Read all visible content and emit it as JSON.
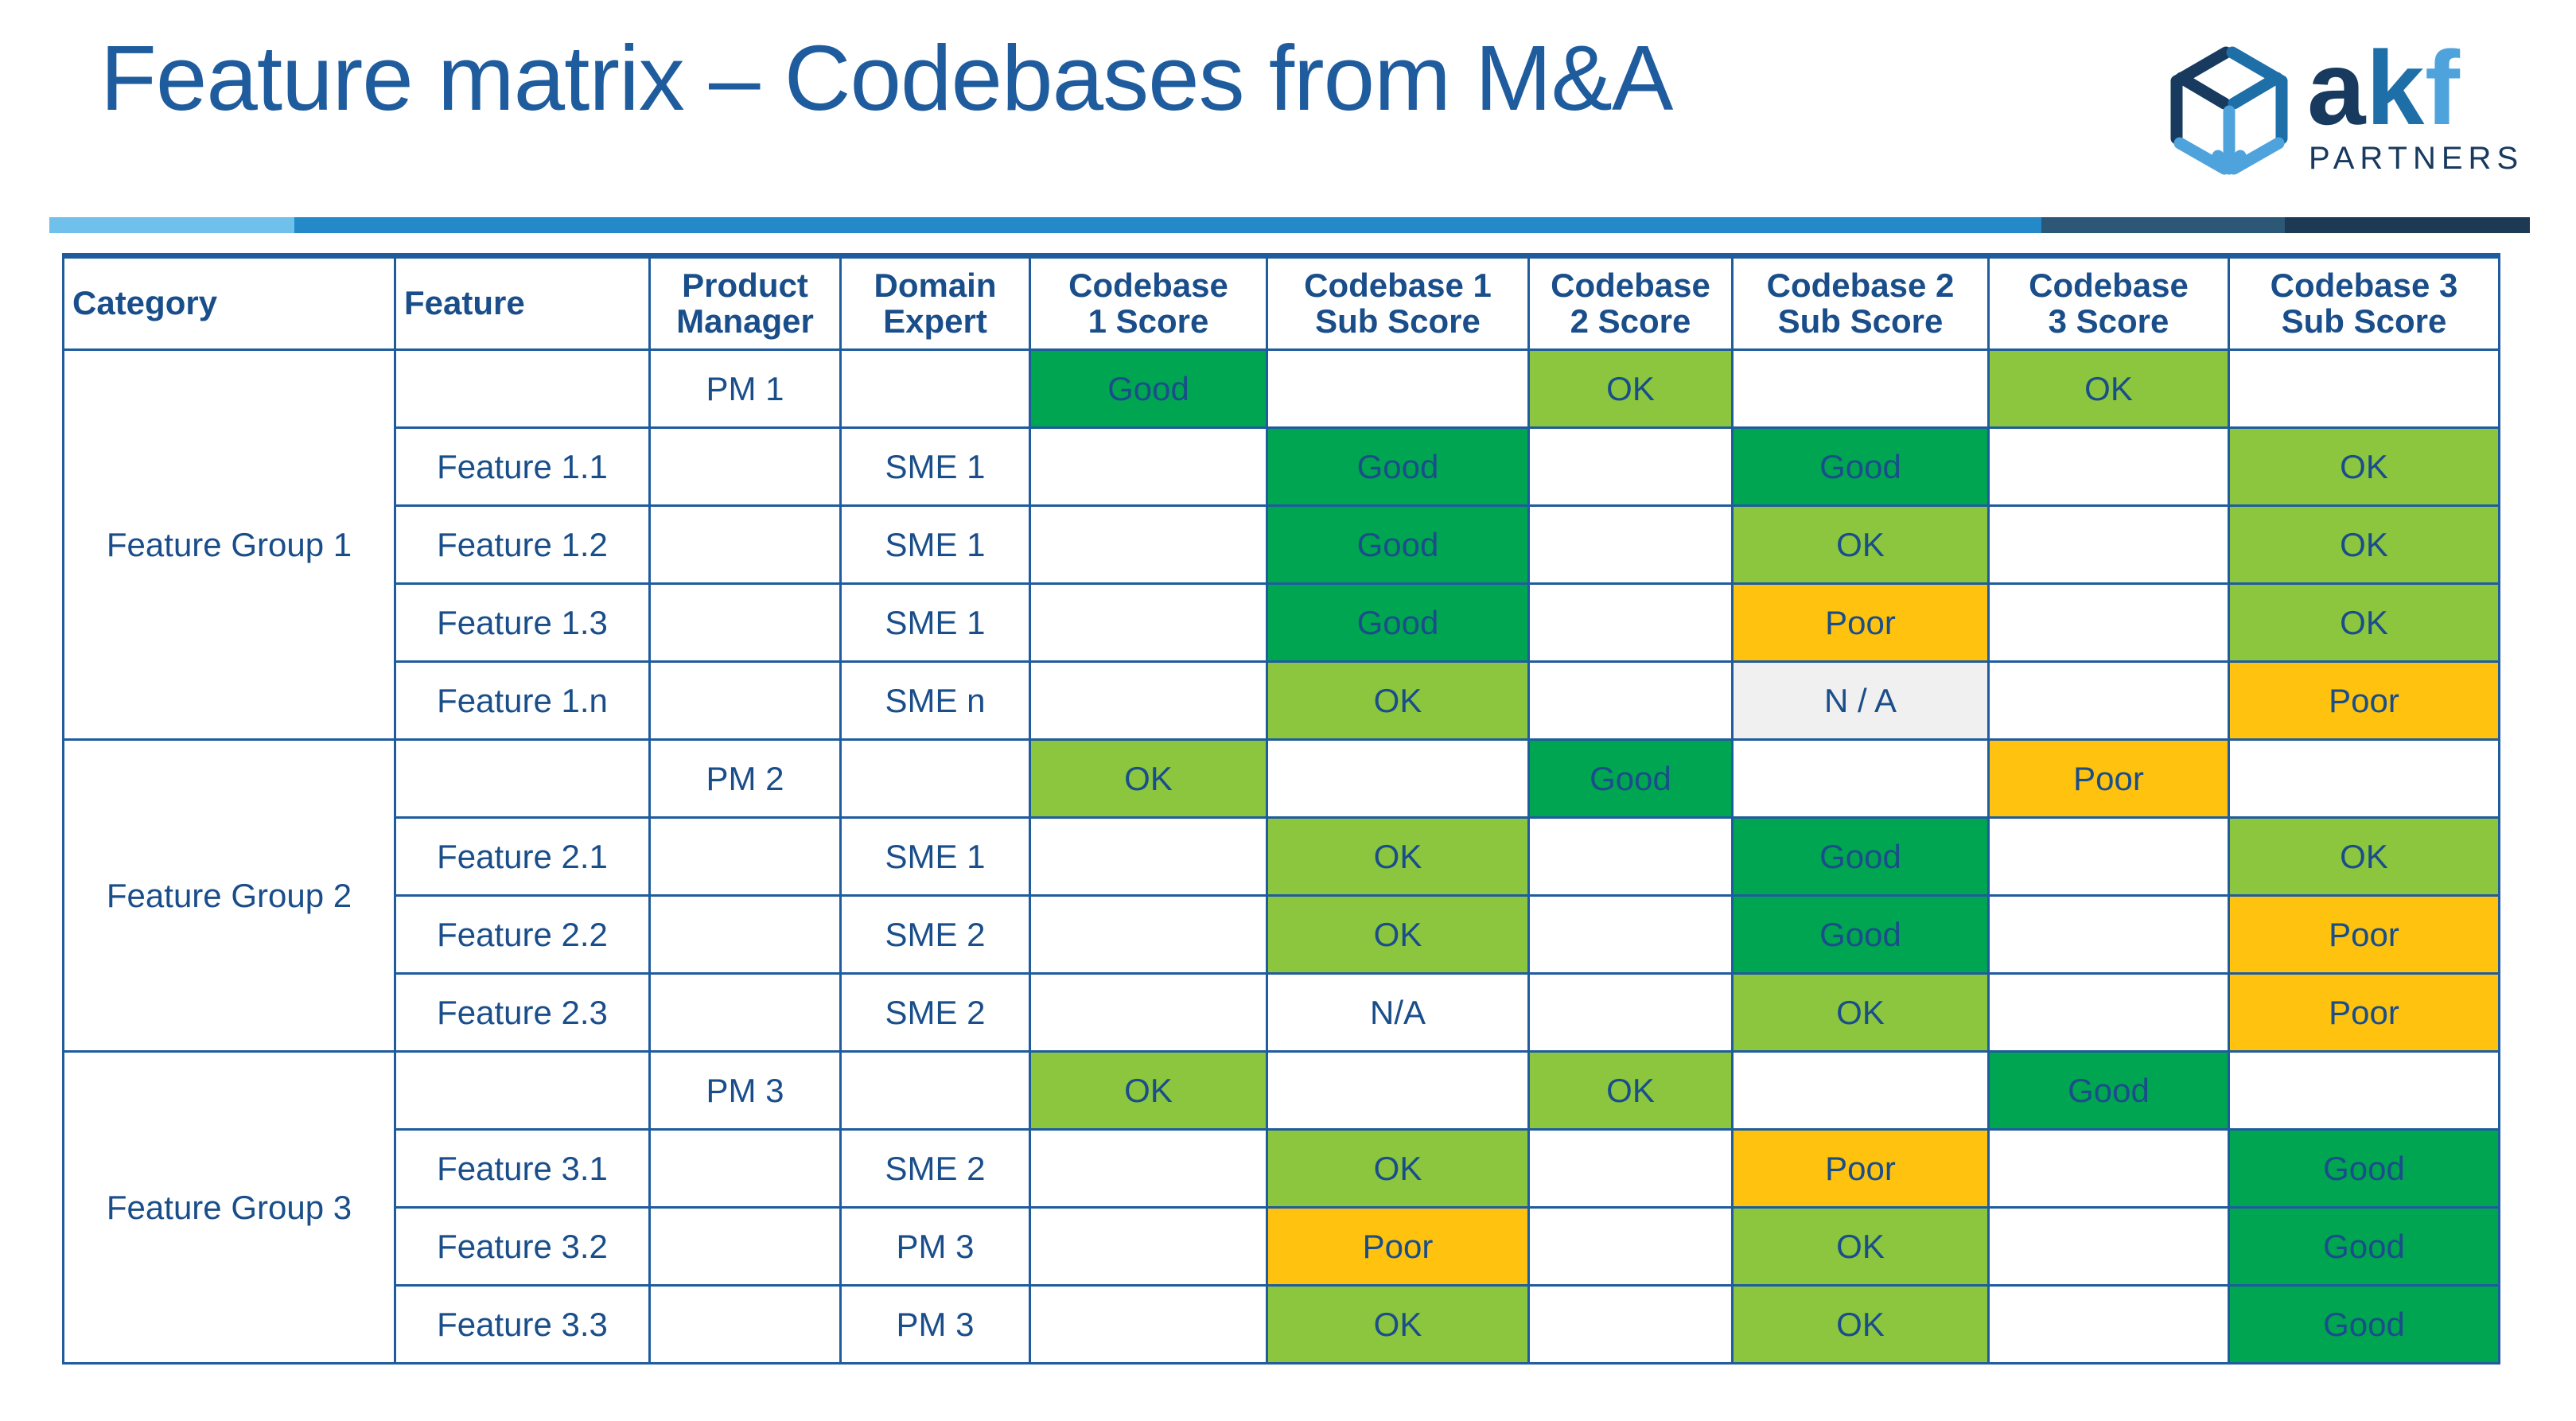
{
  "slide": {
    "title": "Feature matrix – Codebases from M&A",
    "title_color": "#1F5C9E"
  },
  "logo": {
    "name": "akf-partners-logo",
    "wordmark": "akf",
    "tagline": "PARTNERS",
    "colors": {
      "dark": "#173A5E",
      "mid": "#1E6FA8",
      "light": "#4FA3DC"
    }
  },
  "accent_bar": {
    "segments": [
      {
        "name": "accent-light",
        "color": "#6FC1EC"
      },
      {
        "name": "accent-mid",
        "color": "#2389C9"
      },
      {
        "name": "accent-slate",
        "color": "#2C5777"
      },
      {
        "name": "accent-navy",
        "color": "#1C3A53"
      }
    ]
  },
  "legend_colors": {
    "good": "#00A551",
    "ok": "#8CC63E",
    "poor": "#FFC20E",
    "na": "#F0F0F0",
    "border": "#1F5C9E",
    "text": "#1A4E8A"
  },
  "table": {
    "name": "feature-matrix-table",
    "headers": [
      {
        "id": "category",
        "line1": "Category",
        "line2": "",
        "align": "left"
      },
      {
        "id": "feature",
        "line1": "Feature",
        "line2": "",
        "align": "left"
      },
      {
        "id": "product_manager",
        "line1": "Product",
        "line2": "Manager",
        "align": "center"
      },
      {
        "id": "domain_expert",
        "line1": "Domain",
        "line2": "Expert",
        "align": "center"
      },
      {
        "id": "codebase_1_score",
        "line1": "Codebase",
        "line2": "1 Score",
        "align": "center"
      },
      {
        "id": "codebase_1_sub_score",
        "line1": "Codebase 1",
        "line2": "Sub Score",
        "align": "center"
      },
      {
        "id": "codebase_2_score",
        "line1": "Codebase",
        "line2": "2 Score",
        "align": "center"
      },
      {
        "id": "codebase_2_sub_score",
        "line1": "Codebase 2",
        "line2": "Sub Score",
        "align": "center"
      },
      {
        "id": "codebase_3_score",
        "line1": "Codebase",
        "line2": "3 Score",
        "align": "center"
      },
      {
        "id": "codebase_3_sub_score",
        "line1": "Codebase 3",
        "line2": "Sub Score",
        "align": "center"
      }
    ],
    "groups": [
      {
        "category": "Feature Group 1",
        "product_manager": "PM 1",
        "domain_expert": "",
        "cb1": "Good",
        "cb1_class": "good",
        "cb1s": "",
        "cb1s_class": "none",
        "cb2": "OK",
        "cb2_class": "ok",
        "cb2s": "",
        "cb2s_class": "none",
        "cb3": "OK",
        "cb3_class": "ok",
        "cb3s": "",
        "cb3s_class": "none",
        "rows": [
          {
            "feature": "Feature 1.1",
            "domain_expert": "SME 1",
            "cb1": "",
            "cb1_class": "none",
            "cb1s": "Good",
            "cb1s_class": "good",
            "cb2": "",
            "cb2_class": "none",
            "cb2s": "Good",
            "cb2s_class": "good",
            "cb3": "",
            "cb3_class": "none",
            "cb3s": "OK",
            "cb3s_class": "ok"
          },
          {
            "feature": "Feature 1.2",
            "domain_expert": "SME 1",
            "cb1": "",
            "cb1_class": "none",
            "cb1s": "Good",
            "cb1s_class": "good",
            "cb2": "",
            "cb2_class": "none",
            "cb2s": "OK",
            "cb2s_class": "ok",
            "cb3": "",
            "cb3_class": "none",
            "cb3s": "OK",
            "cb3s_class": "ok"
          },
          {
            "feature": "Feature 1.3",
            "domain_expert": "SME 1",
            "cb1": "",
            "cb1_class": "none",
            "cb1s": "Good",
            "cb1s_class": "good",
            "cb2": "",
            "cb2_class": "none",
            "cb2s": "Poor",
            "cb2s_class": "poor",
            "cb3": "",
            "cb3_class": "none",
            "cb3s": "OK",
            "cb3s_class": "ok"
          },
          {
            "feature": "Feature 1.n",
            "domain_expert": "SME n",
            "cb1": "",
            "cb1_class": "none",
            "cb1s": "OK",
            "cb1s_class": "ok",
            "cb2": "",
            "cb2_class": "none",
            "cb2s": "N / A",
            "cb2s_class": "na-grey",
            "cb3": "",
            "cb3_class": "none",
            "cb3s": "Poor",
            "cb3s_class": "poor"
          }
        ]
      },
      {
        "category": "Feature Group 2",
        "product_manager": "PM 2",
        "domain_expert": "",
        "cb1": "OK",
        "cb1_class": "ok",
        "cb1s": "",
        "cb1s_class": "none",
        "cb2": "Good",
        "cb2_class": "good",
        "cb2s": "",
        "cb2s_class": "none",
        "cb3": "Poor",
        "cb3_class": "poor",
        "cb3s": "",
        "cb3s_class": "none",
        "rows": [
          {
            "feature": "Feature 2.1",
            "domain_expert": "SME 1",
            "cb1": "",
            "cb1_class": "none",
            "cb1s": "OK",
            "cb1s_class": "ok",
            "cb2": "",
            "cb2_class": "none",
            "cb2s": "Good",
            "cb2s_class": "good",
            "cb3": "",
            "cb3_class": "none",
            "cb3s": "OK",
            "cb3s_class": "ok"
          },
          {
            "feature": "Feature 2.2",
            "domain_expert": "SME 2",
            "cb1": "",
            "cb1_class": "none",
            "cb1s": "OK",
            "cb1s_class": "ok",
            "cb2": "",
            "cb2_class": "none",
            "cb2s": "Good",
            "cb2s_class": "good",
            "cb3": "",
            "cb3_class": "none",
            "cb3s": "Poor",
            "cb3s_class": "poor"
          },
          {
            "feature": "Feature 2.3",
            "domain_expert": "SME 2",
            "cb1": "",
            "cb1_class": "none",
            "cb1s": "N/A",
            "cb1s_class": "na",
            "cb2": "",
            "cb2_class": "none",
            "cb2s": "OK",
            "cb2s_class": "ok",
            "cb3": "",
            "cb3_class": "none",
            "cb3s": "Poor",
            "cb3s_class": "poor"
          }
        ]
      },
      {
        "category": "Feature Group 3",
        "product_manager": "PM 3",
        "domain_expert": "",
        "cb1": "OK",
        "cb1_class": "ok",
        "cb1s": "",
        "cb1s_class": "none",
        "cb2": "OK",
        "cb2_class": "ok",
        "cb2s": "",
        "cb2s_class": "none",
        "cb3": "Good",
        "cb3_class": "good",
        "cb3s": "",
        "cb3s_class": "none",
        "rows": [
          {
            "feature": "Feature 3.1",
            "domain_expert": "SME 2",
            "cb1": "",
            "cb1_class": "none",
            "cb1s": "OK",
            "cb1s_class": "ok",
            "cb2": "",
            "cb2_class": "none",
            "cb2s": "Poor",
            "cb2s_class": "poor",
            "cb3": "",
            "cb3_class": "none",
            "cb3s": "Good",
            "cb3s_class": "good"
          },
          {
            "feature": "Feature 3.2",
            "domain_expert": "PM 3",
            "cb1": "",
            "cb1_class": "none",
            "cb1s": "Poor",
            "cb1s_class": "poor",
            "cb2": "",
            "cb2_class": "none",
            "cb2s": "OK",
            "cb2s_class": "ok",
            "cb3": "",
            "cb3_class": "none",
            "cb3s": "Good",
            "cb3s_class": "good"
          },
          {
            "feature": "Feature 3.3",
            "domain_expert": "PM 3",
            "cb1": "",
            "cb1_class": "none",
            "cb1s": "OK",
            "cb1s_class": "ok",
            "cb2": "",
            "cb2_class": "none",
            "cb2s": "OK",
            "cb2s_class": "ok",
            "cb3": "",
            "cb3_class": "none",
            "cb3s": "Good",
            "cb3s_class": "good"
          }
        ]
      }
    ]
  }
}
